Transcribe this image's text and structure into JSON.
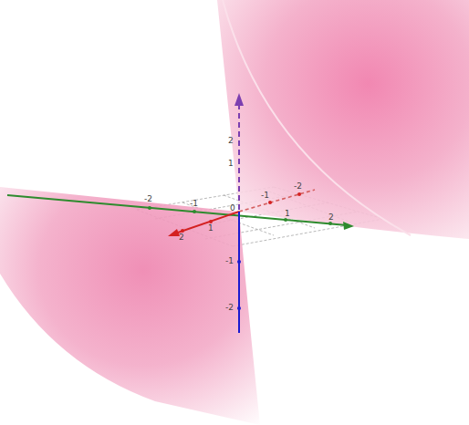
{
  "diagram": {
    "labels": [
      "2",
      "1",
      "-1",
      "-2",
      "0",
      "-2",
      "-1",
      "1",
      "2",
      "1",
      "2",
      "-1",
      "-2"
    ]
  }
}
